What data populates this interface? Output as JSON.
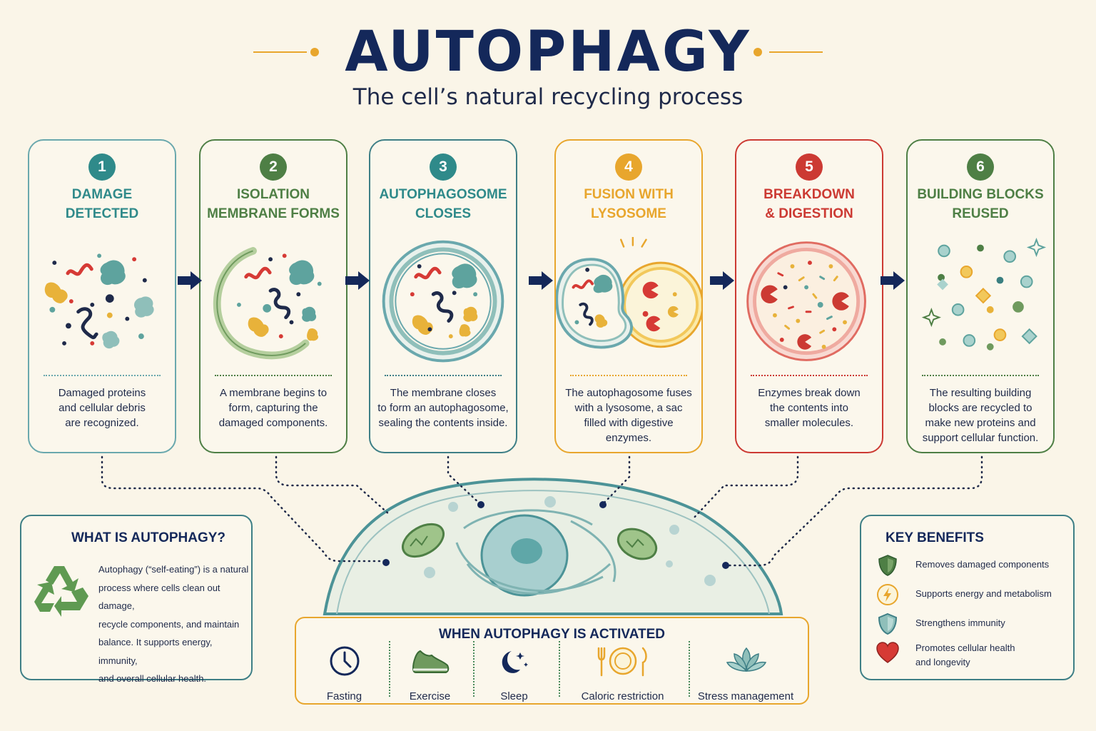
{
  "header": {
    "title": "AUTOPHAGY",
    "subtitle": "The cell’s natural recycling process"
  },
  "steps": [
    {
      "number": "1",
      "title_line1": "DAMAGE",
      "title_line2": "DETECTED",
      "color": "#2f8a8a",
      "desc": [
        "Damaged proteins",
        "and cellular debris",
        "are recognized."
      ]
    },
    {
      "number": "2",
      "title_line1": "ISOLATION",
      "title_line2": "MEMBRANE FORMS",
      "color": "#4e7f45",
      "desc": [
        "A membrane begins to",
        "form, capturing the",
        "damaged components."
      ]
    },
    {
      "number": "3",
      "title_line1": "AUTOPHAGOSOME",
      "title_line2": "CLOSES",
      "color": "#2f8a8a",
      "desc": [
        "The membrane closes",
        "to form an autophagosome,",
        "sealing the contents inside."
      ]
    },
    {
      "number": "4",
      "title_line1": "FUSION WITH",
      "title_line2": "LYSOSOME",
      "color": "#e8a62d",
      "desc": [
        "The autophagosome fuses",
        "with a lysosome, a sac",
        "filled with digestive",
        "enzymes."
      ]
    },
    {
      "number": "5",
      "title_line1": "BREAKDOWN",
      "title_line2": "& DIGESTION",
      "color": "#cc3a33",
      "desc": [
        "Enzymes break down",
        "the contents into",
        "smaller molecules."
      ]
    },
    {
      "number": "6",
      "title_line1": "BUILDING BLOCKS",
      "title_line2": "REUSED",
      "color": "#4e7f45",
      "desc": [
        "The resulting building",
        "blocks are recycled to",
        "make new proteins and",
        "support cellular function."
      ]
    }
  ],
  "what_is": {
    "title": "WHAT IS AUTOPHAGY?",
    "text": [
      "Autophagy (“self-eating”) is a natural",
      "process where cells clean out damage,",
      "recycle components, and maintain",
      "balance. It supports energy, immunity,",
      "and overall cellular health."
    ],
    "icon": "recycle-icon"
  },
  "benefits": {
    "title": "KEY BENEFITS",
    "items": [
      {
        "icon": "shield-icon",
        "lines": [
          "Removes damaged components"
        ]
      },
      {
        "icon": "lightning-icon",
        "lines": [
          "Supports energy and metabolism"
        ]
      },
      {
        "icon": "shield-icon",
        "lines": [
          "Strengthens immunity"
        ]
      },
      {
        "icon": "heart-icon",
        "lines": [
          "Promotes cellular health",
          "and longevity"
        ]
      }
    ]
  },
  "activated": {
    "title": "WHEN AUTOPHAGY IS ACTIVATED",
    "items": [
      {
        "icon": "clock-icon",
        "label": "Fasting"
      },
      {
        "icon": "shoe-icon",
        "label": "Exercise"
      },
      {
        "icon": "moon-icon",
        "label": "Sleep"
      },
      {
        "icon": "plate-icon",
        "label": "Caloric restriction"
      },
      {
        "icon": "lotus-icon",
        "label": "Stress management"
      }
    ]
  },
  "colors": {
    "navy": "#14285a",
    "teal": "#2f8a8a",
    "green": "#4e7f45",
    "orange": "#e8a62d",
    "red": "#cc3a33",
    "background": "#faf5e8"
  }
}
